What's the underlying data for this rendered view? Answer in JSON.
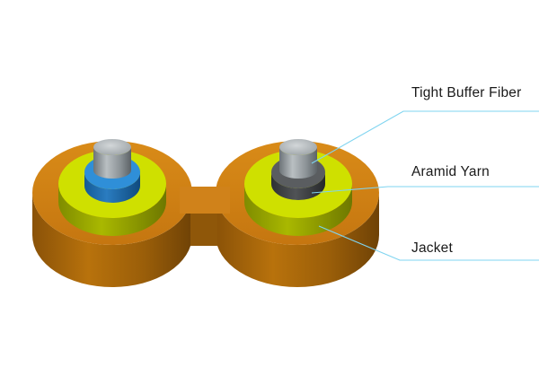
{
  "labels": {
    "tight_buffer_fiber": "Tight Buffer Fiber",
    "aramid_yarn": "Aramid Yarn",
    "jacket": "Jacket"
  },
  "colors": {
    "jacket": "#c77a0e",
    "aramid_yarn": "#cfe000",
    "tight_buffer_left": "#2f8fd8",
    "tight_buffer_right": "#5a5d60",
    "fiber_core": "#8f969a",
    "leader_line": "#7fd4f0"
  }
}
